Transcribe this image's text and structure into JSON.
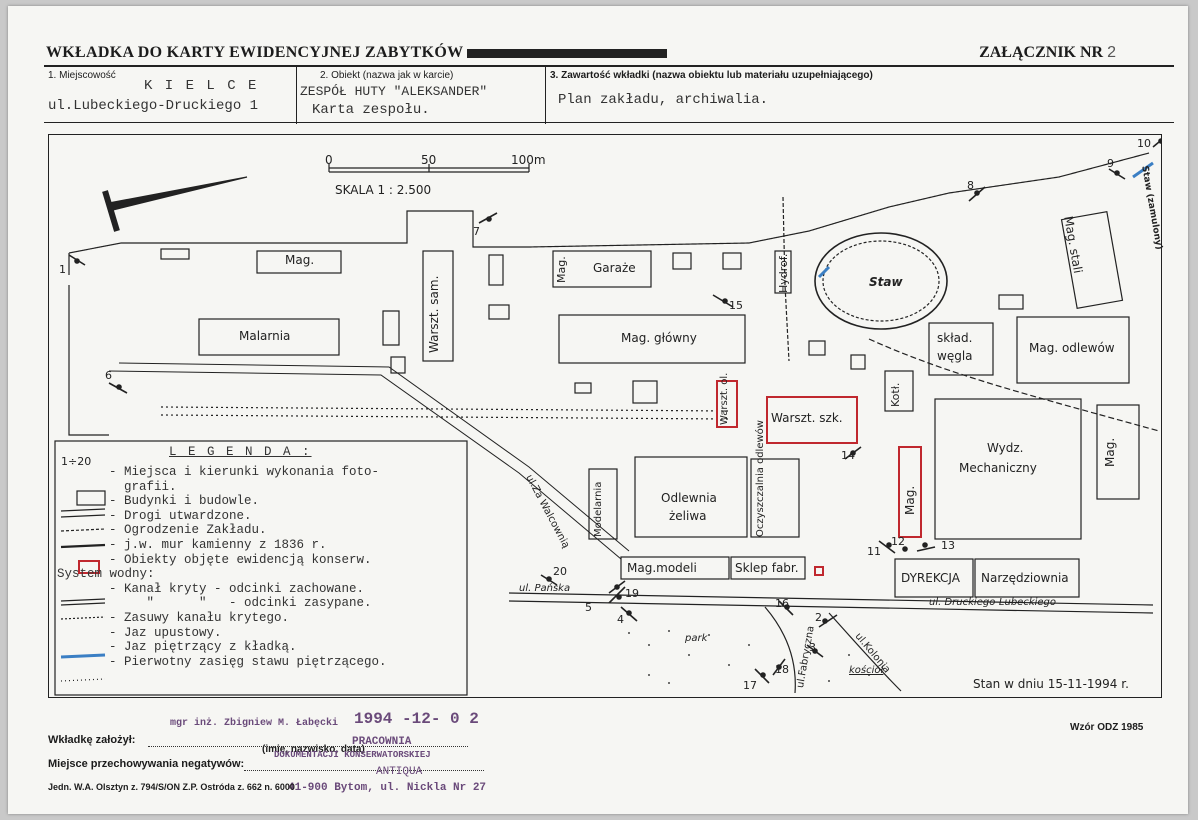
{
  "header": {
    "title": "WKŁADKA DO KARTY EWIDENCYJNEJ ZABYTKÓW",
    "attachment_label": "ZAŁĄCZNIK NR",
    "attachment_number": "2"
  },
  "fields": {
    "f1_label": "1. Miejscowość",
    "f1_value_city": "K I E L C E",
    "f1_value_street": "ul.Lubeckiego-Druckiego 1",
    "f2_label": "2. Obiekt (nazwa jak w karcie)",
    "f2_value_1": "ZESPÓŁ HUTY \"ALEKSANDER\"",
    "f2_value_2": "Karta zespołu.",
    "f3_label": "3. Zawartość wkładki (nazwa obiektu lub materiału uzupełniającego)",
    "f3_value": "Plan zakładu, archiwalia."
  },
  "scale": {
    "tick_0": "0",
    "tick_50": "50",
    "tick_100": "100m",
    "label": "SKALA   1 : 2.500"
  },
  "buildings": {
    "mag1": "Mag.",
    "malarnia": "Malarnia",
    "warsztsam": "Warszt. sam.",
    "mag2": "Mag.",
    "garaze": "Garaże",
    "hydrot": "Hydrof.",
    "mag_glowny": "Mag. główny",
    "staw": "Staw",
    "mag_stali": "Mag. stali",
    "sklad_wegla_1": "skład.",
    "sklad_wegla_2": "węgla",
    "mag_odlewow": "Mag. odlewów",
    "warszt_ol": "Warszt. ol.",
    "warszt_szk": "Warszt. szk.",
    "kotl": "Kotł.",
    "wydz_1": "Wydz.",
    "wydz_2": "Mechaniczny",
    "mag3": "Mag.",
    "modelarnia": "Modelarnia",
    "odlewnia_1": "Odlewnia",
    "odlewnia_2": "żeliwa",
    "oczyszczalnia": "Oczyszczalnia odlewów",
    "mag4": "Mag.",
    "mag_modeli": "Mag.modeli",
    "sklep": "Sklep fabr.",
    "dyrekcja": "DYREKCJA",
    "narzedziownia": "Narzędziownia",
    "ul_walcownia": "ul.Za Walcownią",
    "ul_panska": "ul. Pańska",
    "ul_druckiego": "ul. Druckiego-Lubeckiego",
    "ul_kolonia": "ul.Kolonia",
    "ul_tabryczna": "ul.Fabryczna",
    "park": "park",
    "kosciol": "kościół",
    "staw_zamulony": "Staw (zamulony)"
  },
  "photo_points": [
    "1",
    "2",
    "3",
    "4",
    "5",
    "6",
    "7",
    "8",
    "9",
    "10",
    "11",
    "12",
    "13",
    "14",
    "15",
    "16",
    "17",
    "18",
    "19",
    "20"
  ],
  "legend": {
    "title": "L E G E N D A :",
    "range": "1÷20",
    "rows": [
      "- Miejsca i kierunki wykonania foto-",
      "  grafii.",
      "- Budynki i budowle.",
      "- Drogi utwardzone.",
      "- Ogrodzenie Zakładu.",
      "- j.w. mur kamienny z 1836 r.",
      "- Obiekty objęte ewidencją konserw.",
      "System wodny:",
      "- Kanał kryty  - odcinki zachowane.",
      "     \"      \"   - odcinki zasypane.",
      "- Zasuwy kanału krytego.",
      "- Jaz upustowy.",
      "- Jaz piętrzący z kładką.",
      "- Pierwotny zasięg stawu piętrzącego."
    ]
  },
  "status_date": "Stan w dniu 15-11-1994 r.",
  "footer": {
    "made_by_label": "Wkładkę założył:",
    "made_by_name": "mgr inż. Zbigniew M. Łabęcki",
    "made_by_date": "1994 -12- 0 2",
    "name_caption": "(imię, nazwisko, data)",
    "place_label": "Miejsce przechowywania negatywów:",
    "stamp_1": "PRACOWNIA",
    "stamp_2": "DOKUMENTACJI KONSERWATORSKIEJ",
    "stamp_3": "ANTIQUA",
    "stamp_4": "41-900 Bytom, ul. Nickla Nr 27",
    "print_info": "Jedn. W.A. Olsztyn z. 794/S/ON Z.P. Ostróda z. 662 n. 6000",
    "form_code": "Wzór ODZ 1985"
  },
  "colors": {
    "listed": "#c0282e",
    "water": "#3b7fc4",
    "ink": "#222222"
  }
}
